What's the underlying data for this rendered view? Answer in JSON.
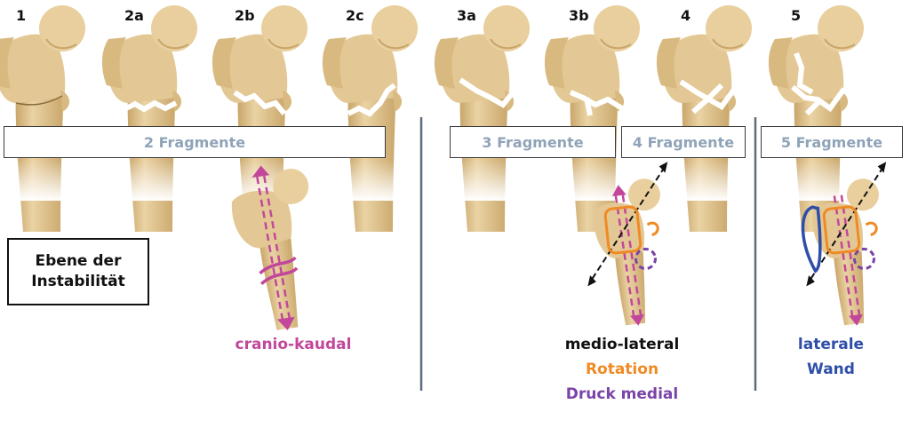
{
  "case_labels": [
    "1",
    "2a",
    "2b",
    "2c",
    "3a",
    "3b",
    "4",
    "5"
  ],
  "fragment_boxes": {
    "two": "2 Fragmente",
    "three": "3 Fragmente",
    "four": "4 Fragmente",
    "five": "5 Fragmente"
  },
  "instability_box": {
    "line1": "Ebene der",
    "line2": "Instabilität"
  },
  "captions": {
    "two_fragments": "cranio-kaudal",
    "three_four": {
      "line1": "medio-lateral",
      "line2": "Rotation",
      "line3": "Druck medial"
    },
    "five": {
      "line1": "laterale",
      "line2": "Wand"
    }
  },
  "colors": {
    "bone": "#e3c895",
    "bone_shadow": "#c9a66a",
    "fragment_text": "#8fa3b8",
    "divider": "#5b6b7b",
    "cranio_kaudal": "#c2479b",
    "medio_lateral": "#111111",
    "rotation": "#f08a24",
    "druck_medial": "#7a44a8",
    "laterale_wand": "#2e4ea8"
  }
}
